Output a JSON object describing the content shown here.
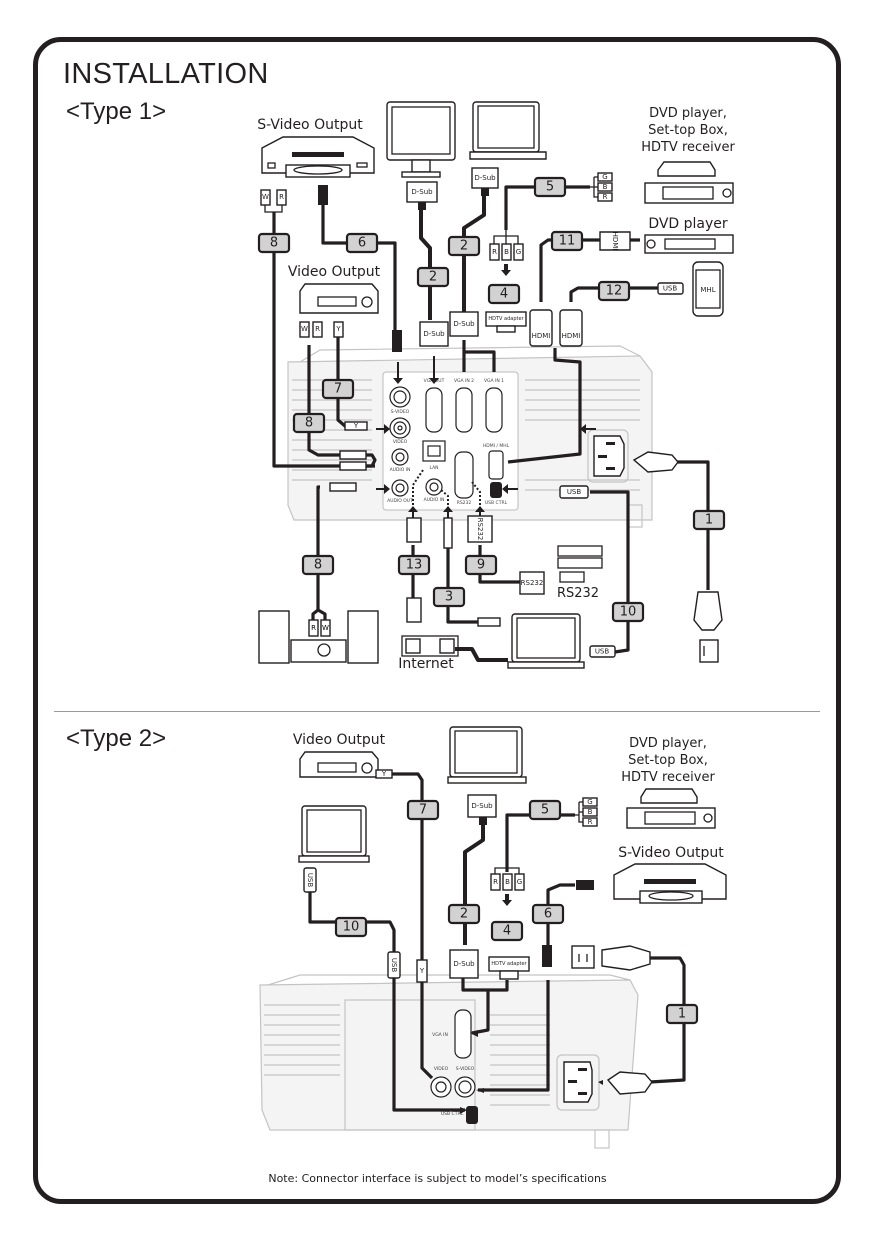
{
  "page": {
    "title": "INSTALLATION",
    "note": "Note: Connector interface is subject to model’s specifications"
  },
  "type1": {
    "label": "<Type 1>",
    "devices": {
      "svideo_output": "S-Video Output",
      "video_output": "Video Output",
      "dvd_stb_hdtv_line1": "DVD player,",
      "dvd_stb_hdtv_line2": "Set-top Box,",
      "dvd_stb_hdtv_line3": "HDTV receiver",
      "dvd_player": "DVD player",
      "mhl_device": "MHL",
      "rs232_device": "RS232",
      "internet": "Internet"
    },
    "connectors": {
      "dsub": "D-Sub",
      "hdmi": "HDMI",
      "usb": "USB",
      "hdtv_adapter": "HDTV adapter",
      "rs232": "RS232",
      "w": "W",
      "r": "R",
      "y": "Y",
      "b": "B",
      "g": "G"
    },
    "ports": {
      "svideo": "S-VIDEO",
      "video": "VIDEO",
      "audio_in": "AUDIO IN",
      "audio_out": "AUDIO OUT",
      "vga_out": "VGA OUT",
      "vga_in2": "VGA IN 2",
      "vga_in1": "VGA IN 1",
      "lan": "LAN",
      "audio_in2": "AUDIO IN",
      "rs232": "RS232",
      "hdmi_mhl": "HDMI / MHL",
      "usb_ctrl": "USB CTRL"
    },
    "cables": [
      "1",
      "2",
      "3",
      "4",
      "5",
      "6",
      "7",
      "8",
      "9",
      "10",
      "11",
      "12",
      "13"
    ]
  },
  "type2": {
    "label": "<Type 2>",
    "devices": {
      "video_output": "Video Output",
      "dvd_stb_hdtv_line1": "DVD player,",
      "dvd_stb_hdtv_line2": "Set-top Box,",
      "dvd_stb_hdtv_line3": "HDTV receiver",
      "svideo_output": "S-Video Output"
    },
    "connectors": {
      "dsub": "D-Sub",
      "usb": "USB",
      "hdtv_adapter": "HDTV adapter",
      "y": "Y",
      "r": "R",
      "b": "B",
      "g": "G"
    },
    "ports": {
      "vga_in": "VGA IN",
      "video": "VIDEO",
      "svideo": "S-VIDEO",
      "usb_ctrl": "USB CTRL"
    },
    "cables": [
      "1",
      "2",
      "4",
      "5",
      "6",
      "7",
      "10"
    ]
  },
  "colors": {
    "ink": "#231f20",
    "badge_fill": "#d2d2d2",
    "ghost_line": "#c4c4c4",
    "divider": "#9a9a9a"
  }
}
